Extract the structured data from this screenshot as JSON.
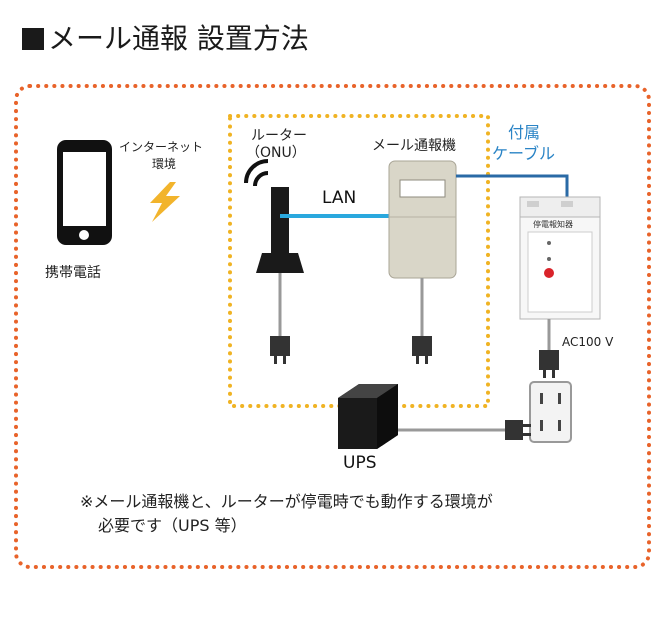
{
  "title": "メール通報 設置方法",
  "labels": {
    "internet_line1": "インターネット",
    "internet_line2": "環境",
    "phone": "携帯電話",
    "router_line1": "ルーター",
    "router_line2": "（ONU）",
    "notifier": "メール通報機",
    "cable_line1": "付属",
    "cable_line2": "ケーブル",
    "lan": "LAN",
    "outage_detector": "停電報知器",
    "ac": "AC100 V",
    "ups": "UPS"
  },
  "note": {
    "line1": "※メール通報機と、ルーターが停電時でも動作する環境が",
    "line2": "必要です（UPS 等）"
  },
  "colors": {
    "outer_border": "#e8632a",
    "inner_border": "#f0b323",
    "lan_cable": "#2aa8de",
    "cable_label": "#2a84c6",
    "lightning": "#f2b42c"
  }
}
